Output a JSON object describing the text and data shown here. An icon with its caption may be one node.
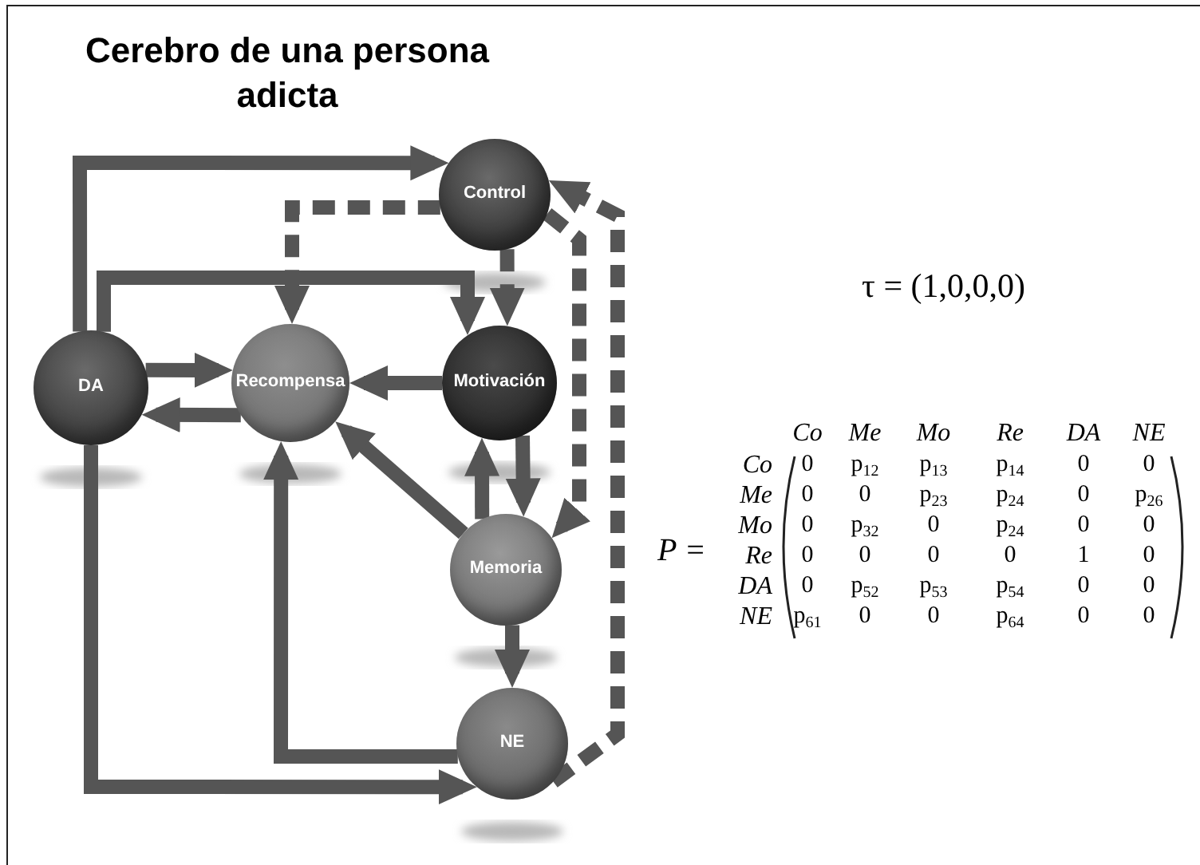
{
  "diagram": {
    "title": "Cerebro de una persona adicta",
    "nodes": [
      {
        "text": [
          "Control"
        ]
      },
      {
        "text": [
          "DA"
        ]
      },
      {
        "text": [
          "Recompensa"
        ]
      },
      {
        "text": [
          "Motivación"
        ]
      },
      {
        "text": [
          "Memoria"
        ]
      },
      {
        "text": [
          "NE"
        ]
      }
    ],
    "edges": [
      {
        "from": 1,
        "to": 0,
        "arrow": "to"
      },
      {
        "from": 0,
        "to": 2,
        "arrow": "to",
        "style": "dashed"
      },
      {
        "from": 1,
        "to": 3,
        "arrow": "to"
      },
      {
        "from": 0,
        "to": 3,
        "arrow": "to",
        "style": "dashed"
      },
      {
        "from": 1,
        "to": 2,
        "arrow": "to"
      },
      {
        "from": 2,
        "to": 1,
        "arrow": "to"
      },
      {
        "from": 3,
        "to": 2,
        "arrow": "to"
      },
      {
        "from": 4,
        "to": 3,
        "arrow": "to"
      },
      {
        "from": 3,
        "to": 4,
        "arrow": "to"
      },
      {
        "from": 4,
        "to": 2,
        "arrow": "to"
      },
      {
        "from": 0,
        "to": 4,
        "arrow": "to",
        "style": "dashed"
      },
      {
        "from": 5,
        "to": 0,
        "arrow": "to",
        "style": "dashed"
      },
      {
        "from": 4,
        "to": 5,
        "arrow": "to"
      },
      {
        "from": 5,
        "to": 2,
        "arrow": "to"
      },
      {
        "from": 1,
        "to": 5,
        "arrow": "to"
      }
    ],
    "labels": [
      "τ = (1,0,0,0)",
      "P =",
      "Co",
      "Me",
      "Mo",
      "Re",
      "DA",
      "NE",
      "Co",
      "0",
      "p$_{12}$",
      "p$_{13}$",
      "p$_{14}$",
      "0",
      "0",
      "Me",
      "0",
      "0",
      "p$_{23}$",
      "p$_{24}$",
      "0",
      "p$_{26}$",
      "Mo",
      "0",
      "p$_{32}$",
      "0",
      "p$_{24}$",
      "0",
      "0",
      "Re",
      "0",
      "0",
      "0",
      "0",
      "1",
      "0",
      "DA",
      "0",
      "p$_{52}$",
      "p$_{53}$",
      "p$_{54}$",
      "0",
      "0",
      "NE",
      "p$_{61}$",
      "0",
      "0",
      "p$_{64}$",
      "0",
      "0"
    ]
  }
}
